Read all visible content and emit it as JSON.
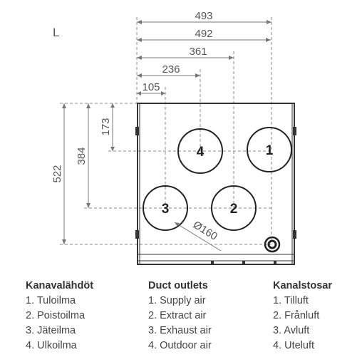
{
  "variant_label": "L",
  "dimensions": {
    "w493": "493",
    "w492": "492",
    "w361": "361",
    "w236": "236",
    "w105": "105",
    "h522": "522",
    "h384": "384",
    "h173": "173",
    "diameter": "Ø160"
  },
  "outlets": [
    {
      "number": "1"
    },
    {
      "number": "2"
    },
    {
      "number": "3"
    },
    {
      "number": "4"
    }
  ],
  "legend": [
    {
      "heading": "Kanavalähdöt",
      "items": [
        "1. Tuloilma",
        "2. Poistoilma",
        "3. Jäteilma",
        "4. Ulkoilma"
      ]
    },
    {
      "heading": "Duct outlets",
      "items": [
        "1. Supply air",
        "2. Extract air",
        "3. Exhaust air",
        "4. Outdoor air"
      ]
    },
    {
      "heading": "Kanalstosar",
      "items": [
        "1. Tilluft",
        "2. Frånluft",
        "3. Avluft",
        "4. Uteluft"
      ]
    }
  ]
}
